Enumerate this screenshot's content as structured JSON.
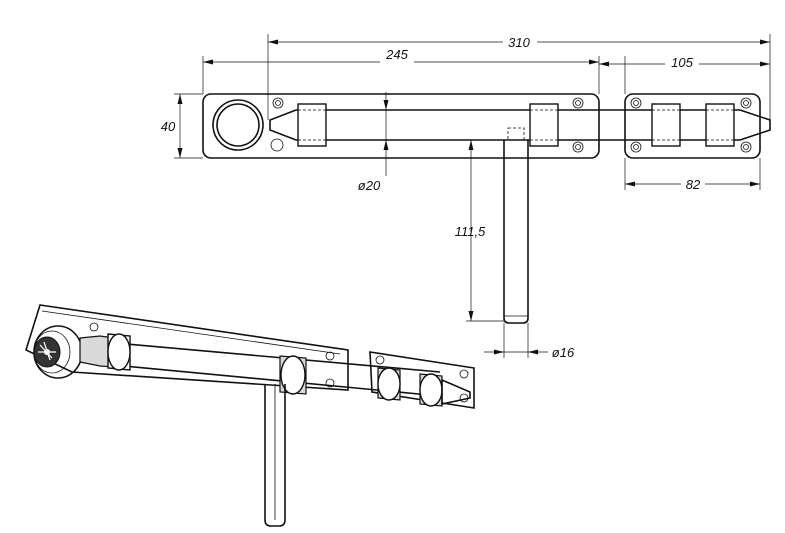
{
  "dimensions": {
    "total_length": "310",
    "main_plate_length": "245",
    "keeper_plate_length": "105",
    "keeper_hole_spacing": "82",
    "plate_height": "40",
    "bolt_diameter": "ø20",
    "handle_length": "111,5",
    "handle_diameter": "ø16"
  },
  "colors": {
    "line": "#111111",
    "background": "#ffffff",
    "shade": "#d9d9d9"
  }
}
